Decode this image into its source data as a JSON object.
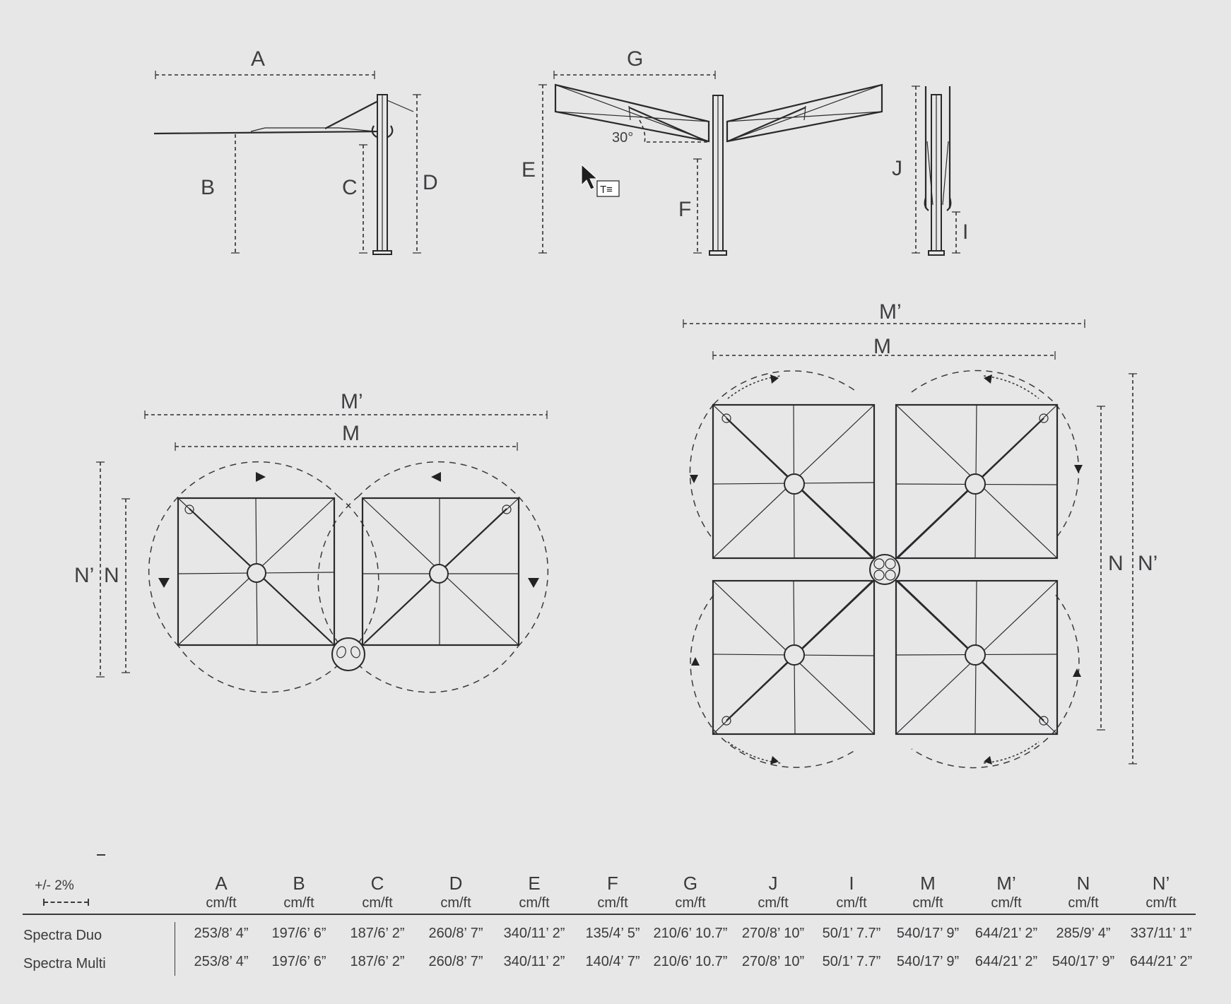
{
  "drawing": {
    "side_view_labels": [
      "A",
      "B",
      "C",
      "D"
    ],
    "duo_view_labels": [
      "G",
      "E",
      "F"
    ],
    "angle_label": "30°",
    "closed_view_labels": [
      "J",
      "I"
    ],
    "plan_duo_labels": {
      "m_prime": "M’",
      "m": "M",
      "n_prime": "N’",
      "n": "N"
    },
    "plan_multi_labels": {
      "m_prime": "M’",
      "m": "M",
      "n": "N",
      "n_prime": "N’"
    },
    "cursor_icon": "pointer-with-text-tool-icon"
  },
  "table": {
    "tolerance": "+/- 2%",
    "columns": [
      {
        "letter": "A",
        "unit": "cm/ft"
      },
      {
        "letter": "B",
        "unit": "cm/ft"
      },
      {
        "letter": "C",
        "unit": "cm/ft"
      },
      {
        "letter": "D",
        "unit": "cm/ft"
      },
      {
        "letter": "E",
        "unit": "cm/ft"
      },
      {
        "letter": "F",
        "unit": "cm/ft"
      },
      {
        "letter": "G",
        "unit": "cm/ft"
      },
      {
        "letter": "J",
        "unit": "cm/ft"
      },
      {
        "letter": "I",
        "unit": "cm/ft"
      },
      {
        "letter": "M",
        "unit": "cm/ft"
      },
      {
        "letter": "M’",
        "unit": "cm/ft"
      },
      {
        "letter": "N",
        "unit": "cm/ft"
      },
      {
        "letter": "N’",
        "unit": "cm/ft"
      }
    ],
    "rows": [
      {
        "name": "Spectra Duo",
        "values": [
          "253/8’ 4”",
          "197/6’ 6”",
          "187/6’ 2”",
          "260/8’ 7”",
          "340/11’ 2”",
          "135/4’ 5”",
          "210/6’ 10.7”",
          "270/8’ 10”",
          "50/1’ 7.7”",
          "540/17’ 9”",
          "644/21’ 2”",
          "285/9’ 4”",
          "337/11’ 1”"
        ]
      },
      {
        "name": "Spectra Multi",
        "values": [
          "253/8’ 4”",
          "197/6’ 6”",
          "187/6’ 2”",
          "260/8’ 7”",
          "340/11’ 2”",
          "140/4’ 7”",
          "210/6’ 10.7”",
          "270/8’ 10”",
          "50/1’ 7.7”",
          "540/17’ 9”",
          "644/21’ 2”",
          "540/17’ 9”",
          "644/21’ 2”"
        ]
      }
    ]
  }
}
